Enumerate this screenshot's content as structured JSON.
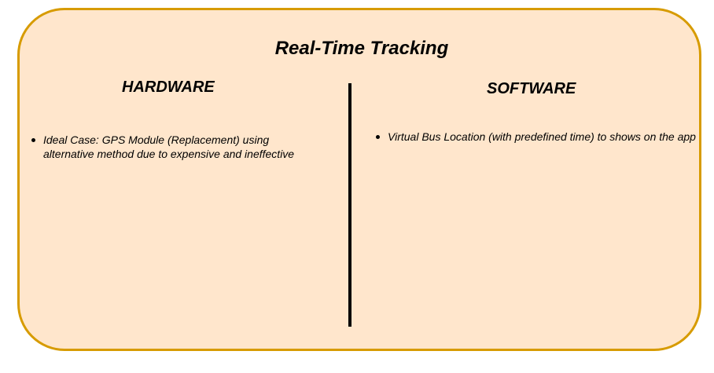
{
  "diagram": {
    "title": "Real-Time Tracking",
    "colors": {
      "card_fill": "#ffe6cc",
      "card_border": "#d79b00",
      "divider": "#000000"
    },
    "hardware": {
      "heading": "HARDWARE",
      "items": [
        {
          "text": "Ideal Case: GPS Module (Replacement) using alternative method due to expensive and ineffective"
        }
      ]
    },
    "software": {
      "heading": "SOFTWARE",
      "items": [
        {
          "text": "Virtual Bus Location (with predefined time) to shows on the app"
        }
      ]
    }
  }
}
